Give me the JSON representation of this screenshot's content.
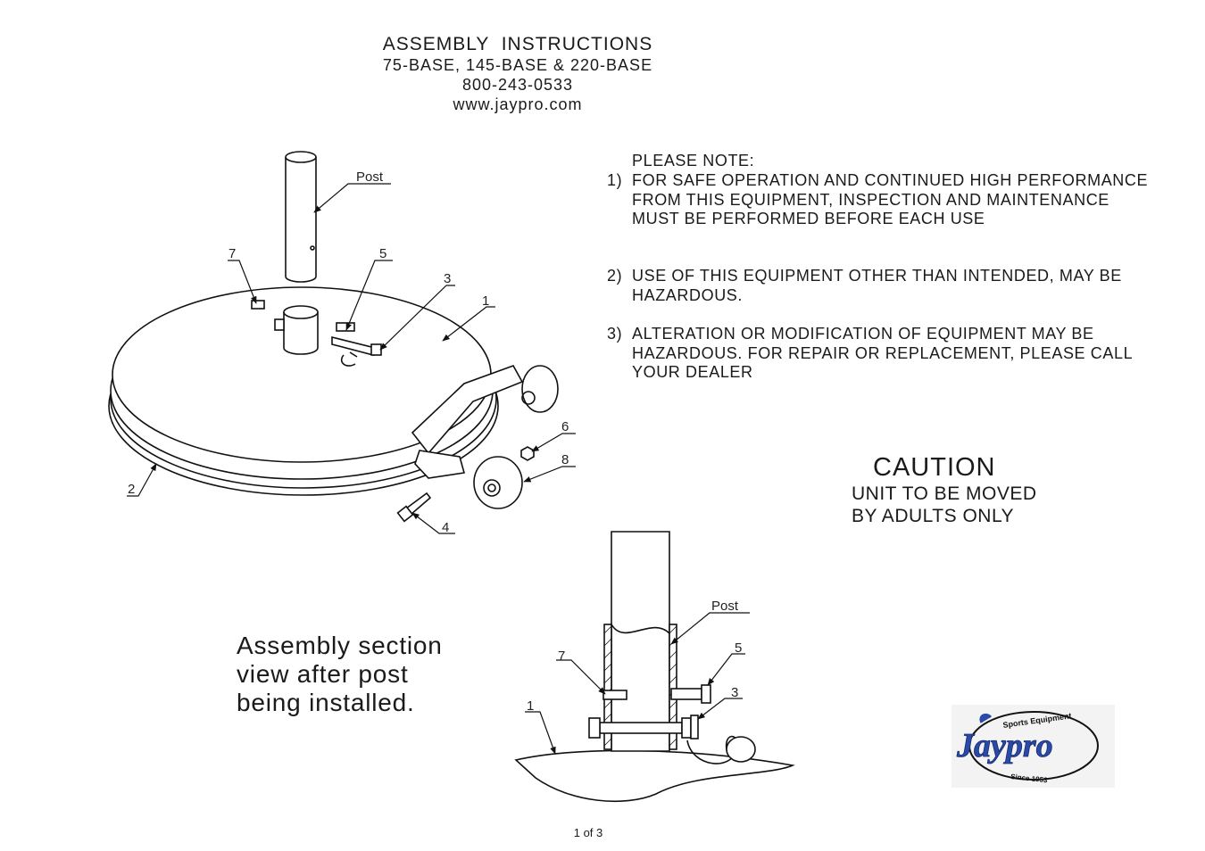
{
  "header": {
    "title": "ASSEMBLY  INSTRUCTIONS",
    "models": "75-BASE, 145-BASE & 220-BASE",
    "phone": "800-243-0533",
    "website": "www.jaypro.com"
  },
  "notes": {
    "heading": "PLEASE NOTE:",
    "items": [
      {
        "num": "1)",
        "text": "FOR SAFE OPERATION AND CONTINUED HIGH PERFORMANCE FROM THIS EQUIPMENT, INSPECTION AND MAINTENANCE MUST BE PERFORMED BEFORE EACH USE"
      },
      {
        "num": "2)",
        "text": "USE OF THIS EQUIPMENT OTHER THAN INTENDED, MAY BE HAZARDOUS."
      },
      {
        "num": "3)",
        "text": "ALTERATION OR MODIFICATION OF EQUIPMENT MAY BE HAZARDOUS. FOR REPAIR OR REPLACEMENT, PLEASE CALL YOUR DEALER"
      }
    ]
  },
  "caution": {
    "title": "CAUTION",
    "line1": "UNIT TO BE MOVED",
    "line2": "BY ADULTS ONLY"
  },
  "section_caption": {
    "line1": "Assembly section",
    "line2": "view after post",
    "line3": "being installed."
  },
  "exploded_labels": {
    "post": "Post",
    "p1": "1",
    "p2": "2",
    "p3": "3",
    "p4": "4",
    "p5": "5",
    "p6": "6",
    "p7": "7",
    "p8": "8"
  },
  "section_labels": {
    "post": "Post",
    "p1": "1",
    "p3": "3",
    "p5": "5",
    "p7": "7"
  },
  "logo": {
    "brand": "Jaypro",
    "tagline": "Sports Equipment",
    "since": "Since 1953",
    "color": "#2a4aa8"
  },
  "footer": {
    "page": "1 of 3"
  }
}
